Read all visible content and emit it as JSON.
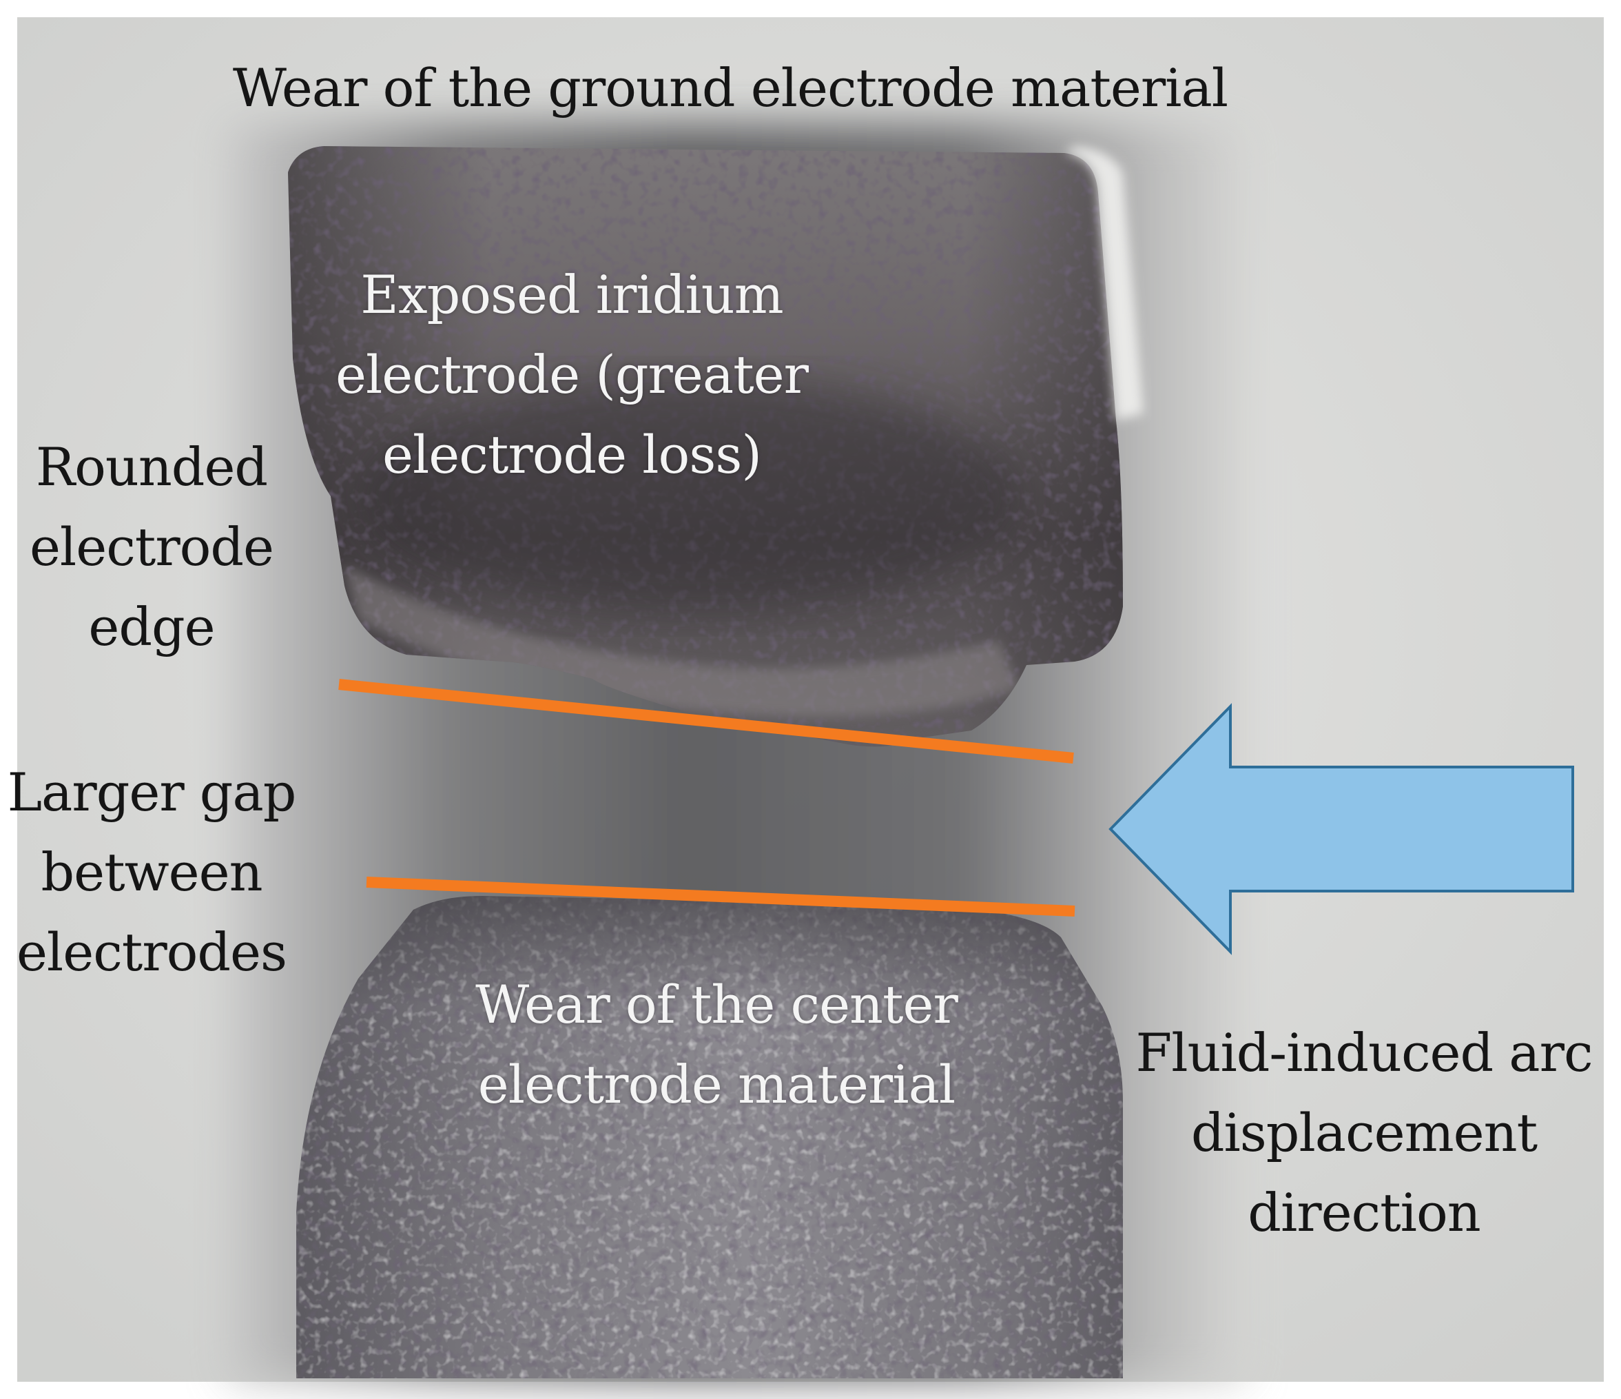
{
  "labels": {
    "ground_wear": "Wear of the ground electrode material",
    "exposed_iridium": "Exposed iridium\nelectrode (greater\nelectrode loss)",
    "rounded_edge": "Rounded\nelectrode\nedge",
    "larger_gap": "Larger gap\nbetween\nelectrodes",
    "center_wear": "Wear of the center\nelectrode material",
    "arc_direction": "Fluid-induced arc\ndisplacement\ndirection"
  },
  "colors": {
    "gap_lines": "#f47b20",
    "arrow_fill": "#8ec3e8",
    "arrow_stroke": "#2e6e99",
    "background": "#d8d8d6",
    "ground_electrode": "#5a5658",
    "center_electrode": "#7d7b80"
  }
}
